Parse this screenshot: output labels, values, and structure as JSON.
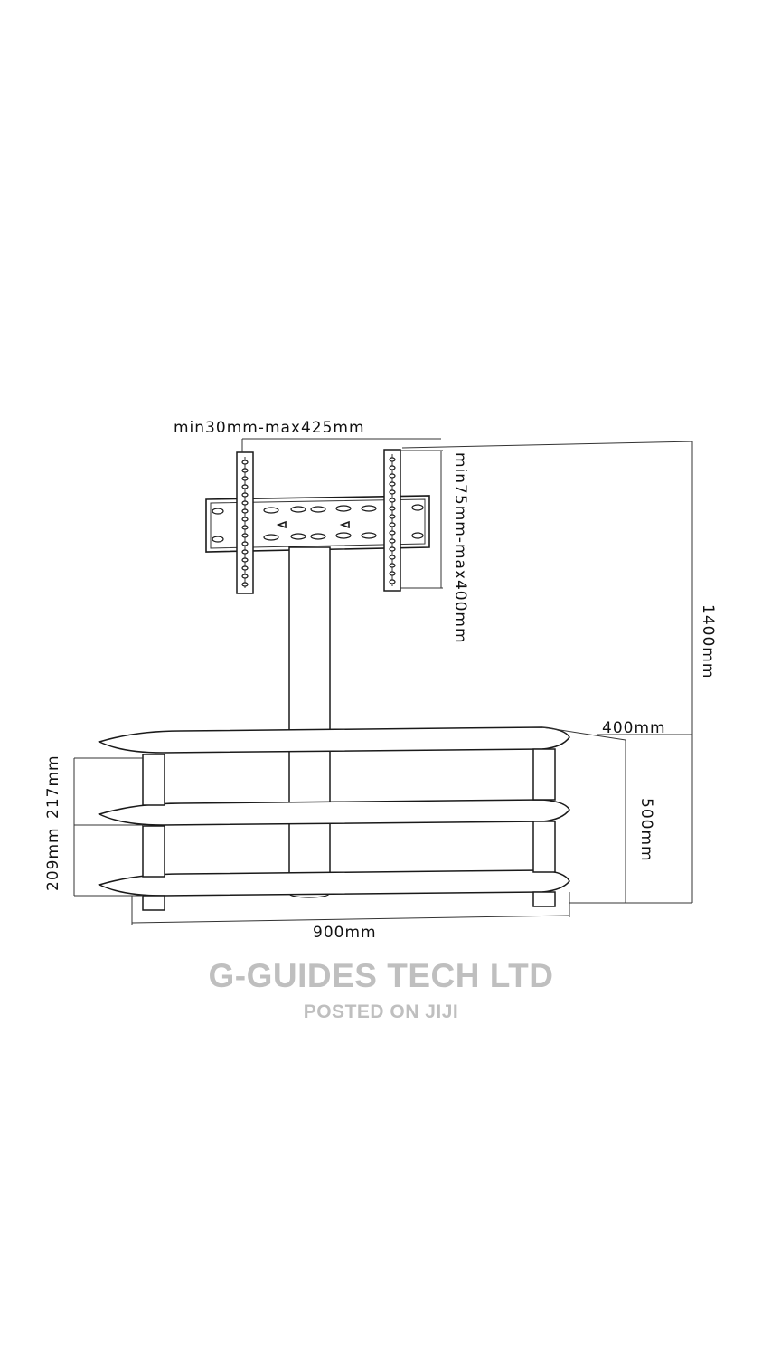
{
  "diagram": {
    "labels": {
      "bracket_width": "min30mm-max425mm",
      "bracket_height": "min75mm-max400mm",
      "total_height": "1400mm",
      "depth": "400mm",
      "shelf_top_gap": "217mm",
      "shelf_bottom_gap": "209mm",
      "shelf_block_height": "500mm",
      "width": "900mm"
    }
  },
  "watermark": {
    "title": "G-GUIDES TECH LTD",
    "subtitle": "POSTED ON JIJI"
  }
}
